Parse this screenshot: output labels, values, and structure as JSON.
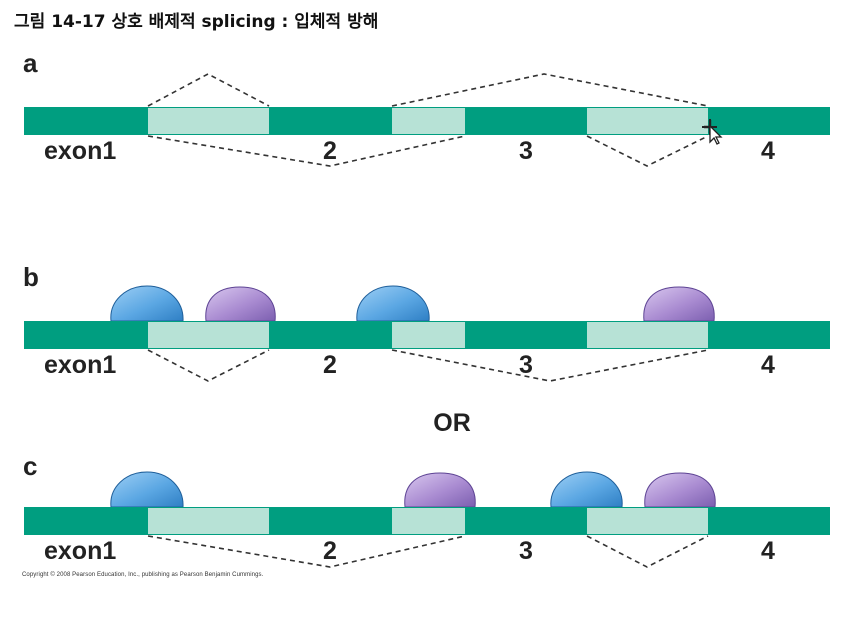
{
  "title": "그림 14-17 상호 배제적 splicing : 입체적 방해",
  "panels": [
    {
      "letter": "a",
      "labels": [
        "exon1",
        "2",
        "3",
        "4"
      ]
    },
    {
      "letter": "b",
      "labels": [
        "exon1",
        "2",
        "3",
        "4"
      ]
    },
    {
      "letter": "c",
      "labels": [
        "exon1",
        "2",
        "3",
        "4"
      ]
    }
  ],
  "or_label": "OR",
  "copyright": "Copyright © 2008 Pearson Education, Inc., publishing as Pearson Benjamin Cummings.",
  "colors": {
    "strand": "#009e80",
    "exon_box": "#b7e2d6",
    "blue_protein": "#5ba7e3",
    "purple_protein": "#a98bd1",
    "splice_line": "#333333"
  },
  "icons": [
    "mouse-pointer-icon"
  ]
}
